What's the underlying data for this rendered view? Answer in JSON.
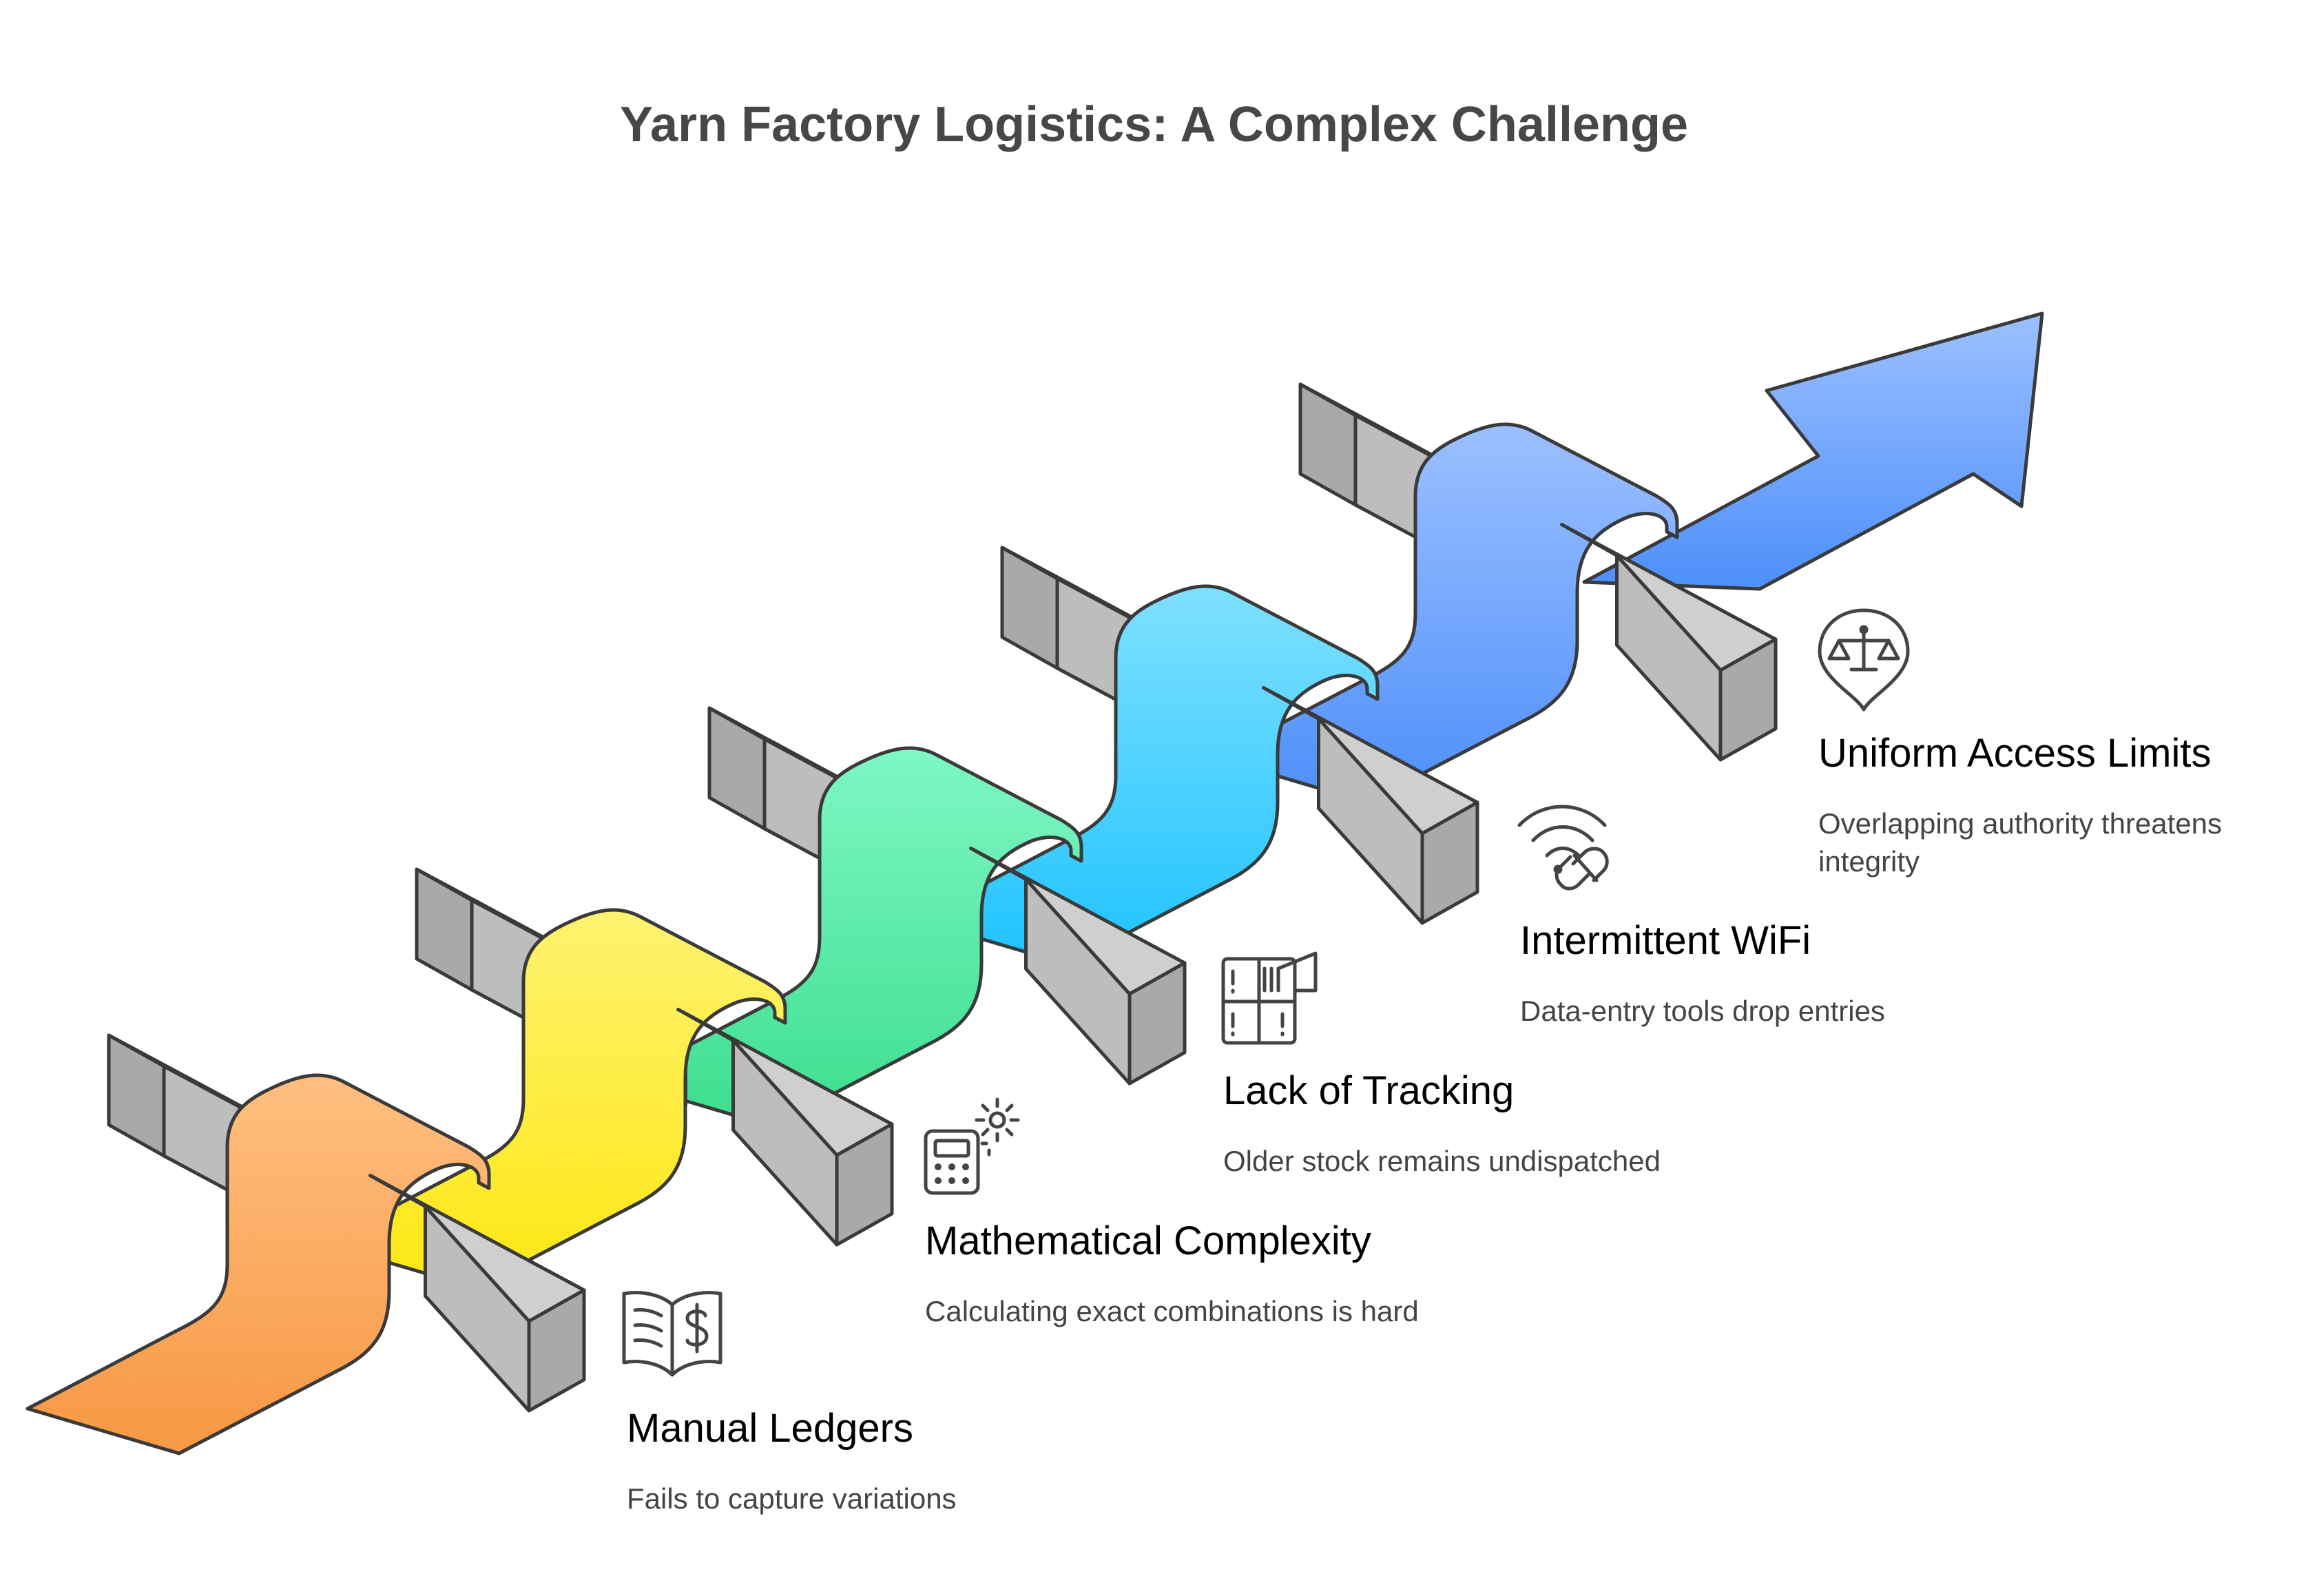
{
  "title": "Yarn Factory Logistics: A Complex Challenge",
  "steps": [
    {
      "title": "Manual Ledgers",
      "description": "Fails to capture variations",
      "icon": "ledger-dollar-book-icon",
      "color": "#e08a3c",
      "ribbon_top": "#ffbf80",
      "ribbon_bottom": "#f79844"
    },
    {
      "title": "Mathematical Complexity",
      "description": "Calculating exact combinations is hard",
      "icon": "calculator-gear-icon",
      "color": "#d8c314",
      "ribbon_top": "#fff270",
      "ribbon_bottom": "#fde713"
    },
    {
      "title": "Lack of Tracking",
      "description": "Older stock remains undispatched",
      "icon": "warehouse-shelf-icon",
      "color": "#3dbf7d",
      "ribbon_top": "#7ef7c4",
      "ribbon_bottom": "#3dde8e"
    },
    {
      "title": "Intermittent WiFi",
      "description": "Data-entry tools drop entries",
      "icon": "wifi-broken-link-icon",
      "color": "#27a6d6",
      "ribbon_top": "#7fe0ff",
      "ribbon_bottom": "#1ec3ff"
    },
    {
      "title": "Uniform Access Limits",
      "description": "Overlapping authority threatens integrity",
      "icon": "scales-pin-icon",
      "color": "#4e86de",
      "ribbon_top": "#8fb8ff",
      "ribbon_bottom": "#4d8ffa"
    }
  ],
  "colors": {
    "title": "#474747",
    "text": "#444444",
    "beam_front": "#bdbdbd",
    "beam_top": "#cfcfcf",
    "beam_end": "#a9a9a9",
    "stroke": "#3a3a3a"
  }
}
